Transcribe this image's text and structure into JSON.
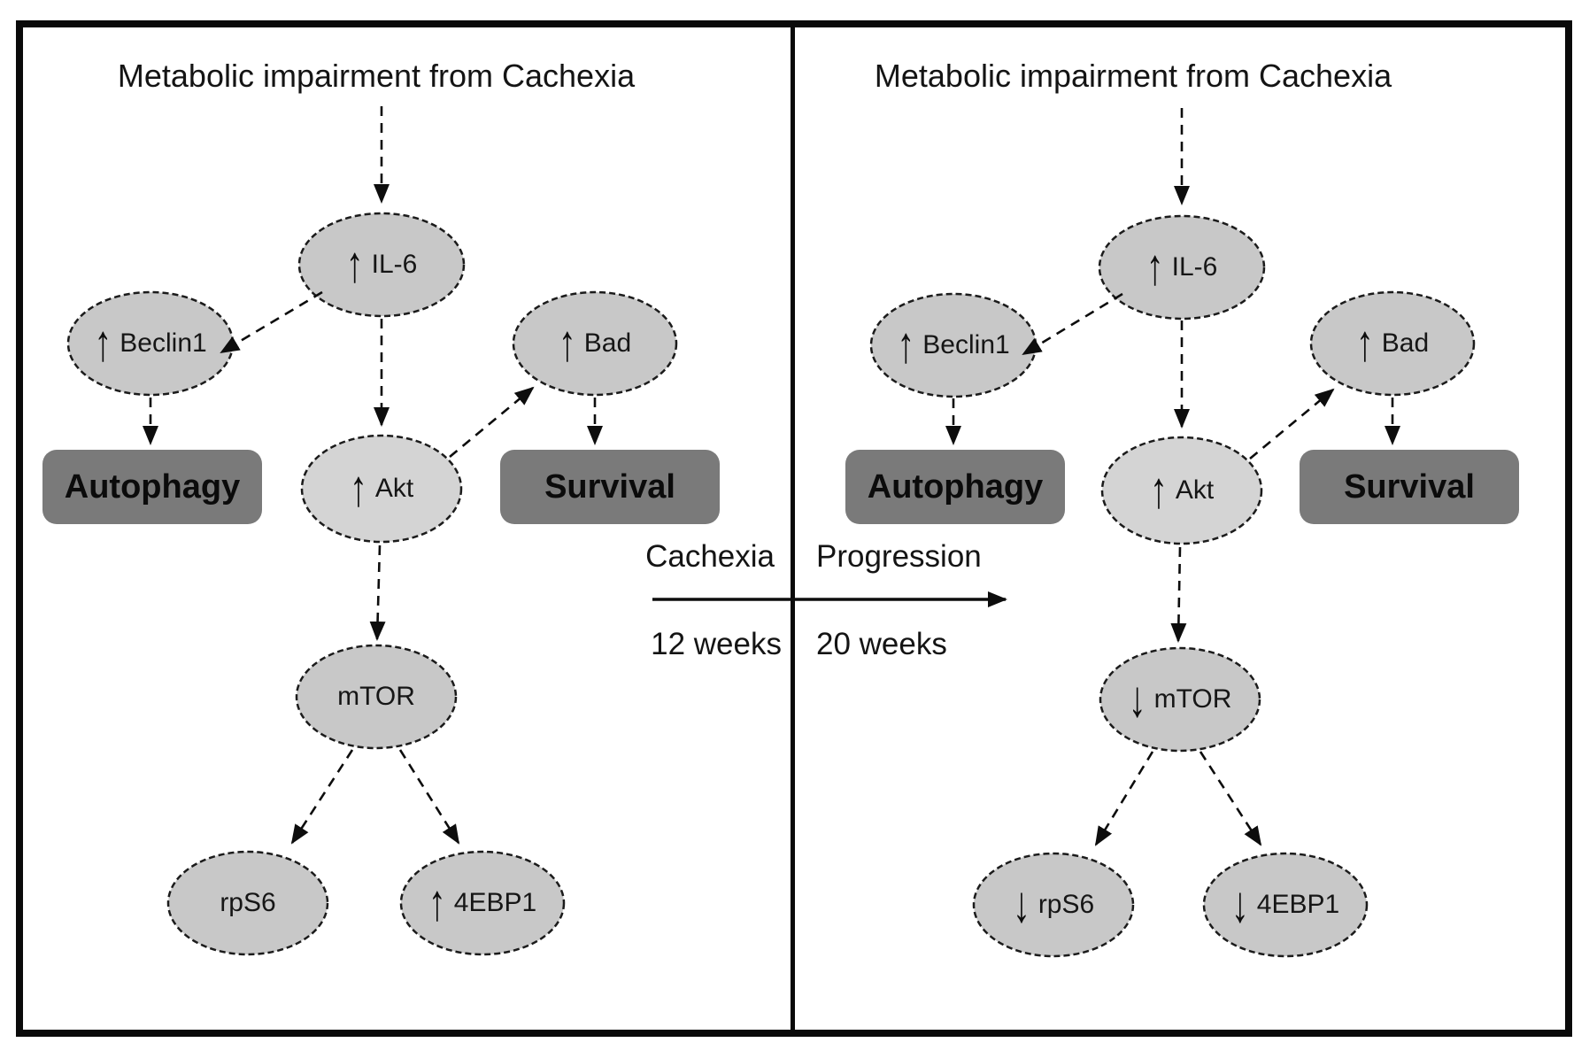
{
  "figure": {
    "left_panel": {
      "title": "Metabolic impairment from Cachexia",
      "nodes": {
        "il6": {
          "arrow": "↑",
          "label": "IL-6"
        },
        "beclin1": {
          "arrow": "↑",
          "label": "Beclin1"
        },
        "bad": {
          "arrow": "↑",
          "label": "Bad"
        },
        "akt": {
          "arrow": "↑",
          "label": "Akt"
        },
        "mtor": {
          "arrow": "",
          "label": "mTOR"
        },
        "rps6": {
          "arrow": "",
          "label": "rpS6"
        },
        "fourebp1": {
          "arrow": "↑",
          "label": "4EBP1"
        }
      },
      "outcomes": {
        "autophagy": "Autophagy",
        "survival": "Survival"
      }
    },
    "right_panel": {
      "title": "Metabolic impairment from Cachexia",
      "nodes": {
        "il6": {
          "arrow": "↑",
          "label": "IL-6"
        },
        "beclin1": {
          "arrow": "↑",
          "label": "Beclin1"
        },
        "bad": {
          "arrow": "↑",
          "label": "Bad"
        },
        "akt": {
          "arrow": "↑",
          "label": "Akt"
        },
        "mtor": {
          "arrow": "↓",
          "label": "mTOR"
        },
        "rps6": {
          "arrow": "↓",
          "label": "rpS6"
        },
        "fourebp1": {
          "arrow": "↓",
          "label": "4EBP1"
        }
      },
      "outcomes": {
        "autophagy": "Autophagy",
        "survival": "Survival"
      }
    },
    "transition": {
      "phase_left": "Cachexia",
      "phase_right": "Progression",
      "time_left": "12 weeks",
      "time_right": "20 weeks"
    },
    "colors": {
      "node_fill": "#c8c8c8",
      "akt_fill": "#d4d4d4",
      "outcome_fill": "#7a7a7a",
      "node_stroke": "#1b1b1b",
      "frame": "#0a0a0a"
    }
  }
}
